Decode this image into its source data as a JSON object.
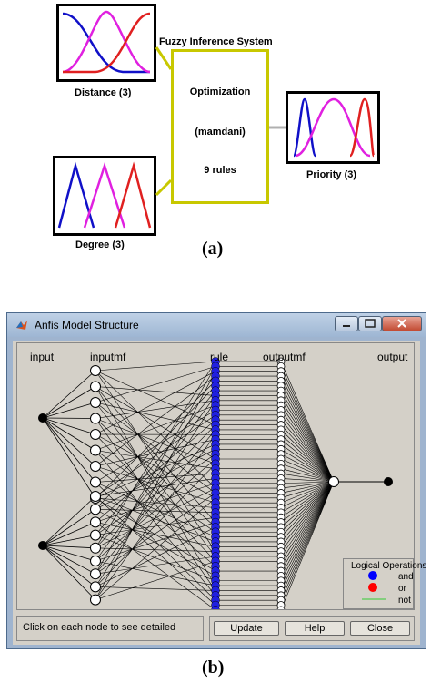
{
  "figure_a": {
    "fis_title": "Fuzzy Inference System",
    "fis_lines": [
      "Optimization",
      "(mamdani)",
      "9 rules"
    ],
    "inputs": [
      {
        "label": "Distance (3)"
      },
      {
        "label": "Degree (3)"
      }
    ],
    "output": {
      "label": "Priority (3)"
    },
    "caption": "(a)"
  },
  "figure_b": {
    "window_title": "Anfis Model Structure",
    "column_labels": {
      "input": "input",
      "inputmf": "inputmf",
      "rule": "rule",
      "outputmf": "outputmf",
      "output": "output"
    },
    "legend": {
      "title": "Logical Operations",
      "items": [
        {
          "label": "and",
          "color": "#0000ff"
        },
        {
          "label": "or",
          "color": "#ff0000"
        },
        {
          "label": "not",
          "color": "#33cc33"
        }
      ]
    },
    "status_text": "Click on each node to see detailed",
    "buttons": {
      "update": "Update",
      "help": "Help",
      "close": "Close"
    },
    "caption": "(b)"
  },
  "colors": {
    "mf_blue": "#1010c8",
    "mf_magenta": "#e020e0",
    "mf_red": "#e02020",
    "fis_border": "#c8c800",
    "rule_node": "#2020e0"
  }
}
